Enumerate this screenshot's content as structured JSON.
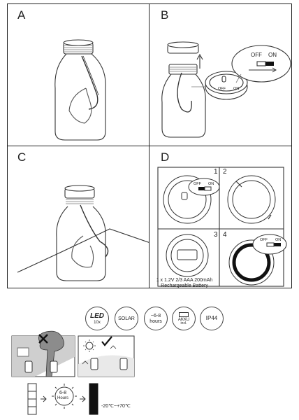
{
  "panels": [
    {
      "label": "A"
    },
    {
      "label": "B"
    },
    {
      "label": "C"
    },
    {
      "label": "D"
    }
  ],
  "switch": {
    "off": "OFF",
    "on": "ON"
  },
  "steps": [
    "1",
    "2",
    "3",
    "4"
  ],
  "battery": {
    "line1": "1 x 1.2V 2/3 AAA 200mAh",
    "line2": "Rechargeable Battery"
  },
  "badges": {
    "led": {
      "title": "LED",
      "sub": "10x"
    },
    "solar": "SOLAR",
    "hours": {
      "range": "~6-8",
      "unit": "hours"
    },
    "akku": {
      "title": "AKKU",
      "sub": "incl."
    },
    "ip": "IP44"
  },
  "charge": {
    "range": "6-8",
    "unit": "Hours"
  },
  "temperature": "-20℃~+70℃"
}
